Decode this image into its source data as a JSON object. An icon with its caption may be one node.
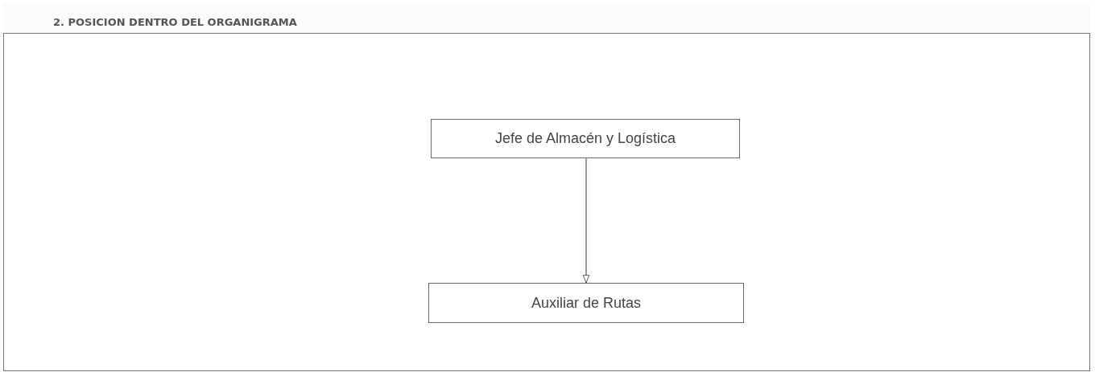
{
  "diagram": {
    "title": "2. POSICION DENTRO DEL ORGANIGRAMA",
    "nodes": [
      {
        "text": [
          "Jefe de Almacén y Logística"
        ]
      },
      {
        "text": [
          "Auxiliar de Rutas"
        ]
      }
    ],
    "edges": [
      {
        "from": 0,
        "to": 1,
        "arrow": "to"
      }
    ]
  }
}
